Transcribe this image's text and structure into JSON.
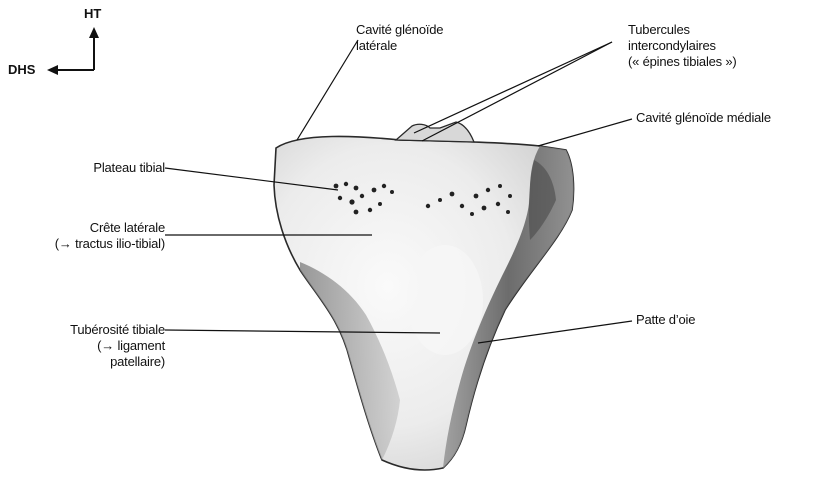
{
  "orientation": {
    "up": "HT",
    "side": "DHS"
  },
  "labels": {
    "cavite_laterale": [
      "Cavité glénoïde",
      "latérale"
    ],
    "tubercules": [
      "Tubercules",
      "intercondylaires",
      "(« épines tibiales »)"
    ],
    "cavite_mediale": [
      "Cavité glénoïde médiale"
    ],
    "plateau": [
      "Plateau tibial"
    ],
    "crete": [
      "Crête latérale",
      "(→ tractus ilio-tibial)"
    ],
    "tuberosite": [
      "Tubérosité tibiale",
      "(→ ligament",
      "patellaire)"
    ],
    "patte": [
      "Patte d’oie"
    ]
  }
}
